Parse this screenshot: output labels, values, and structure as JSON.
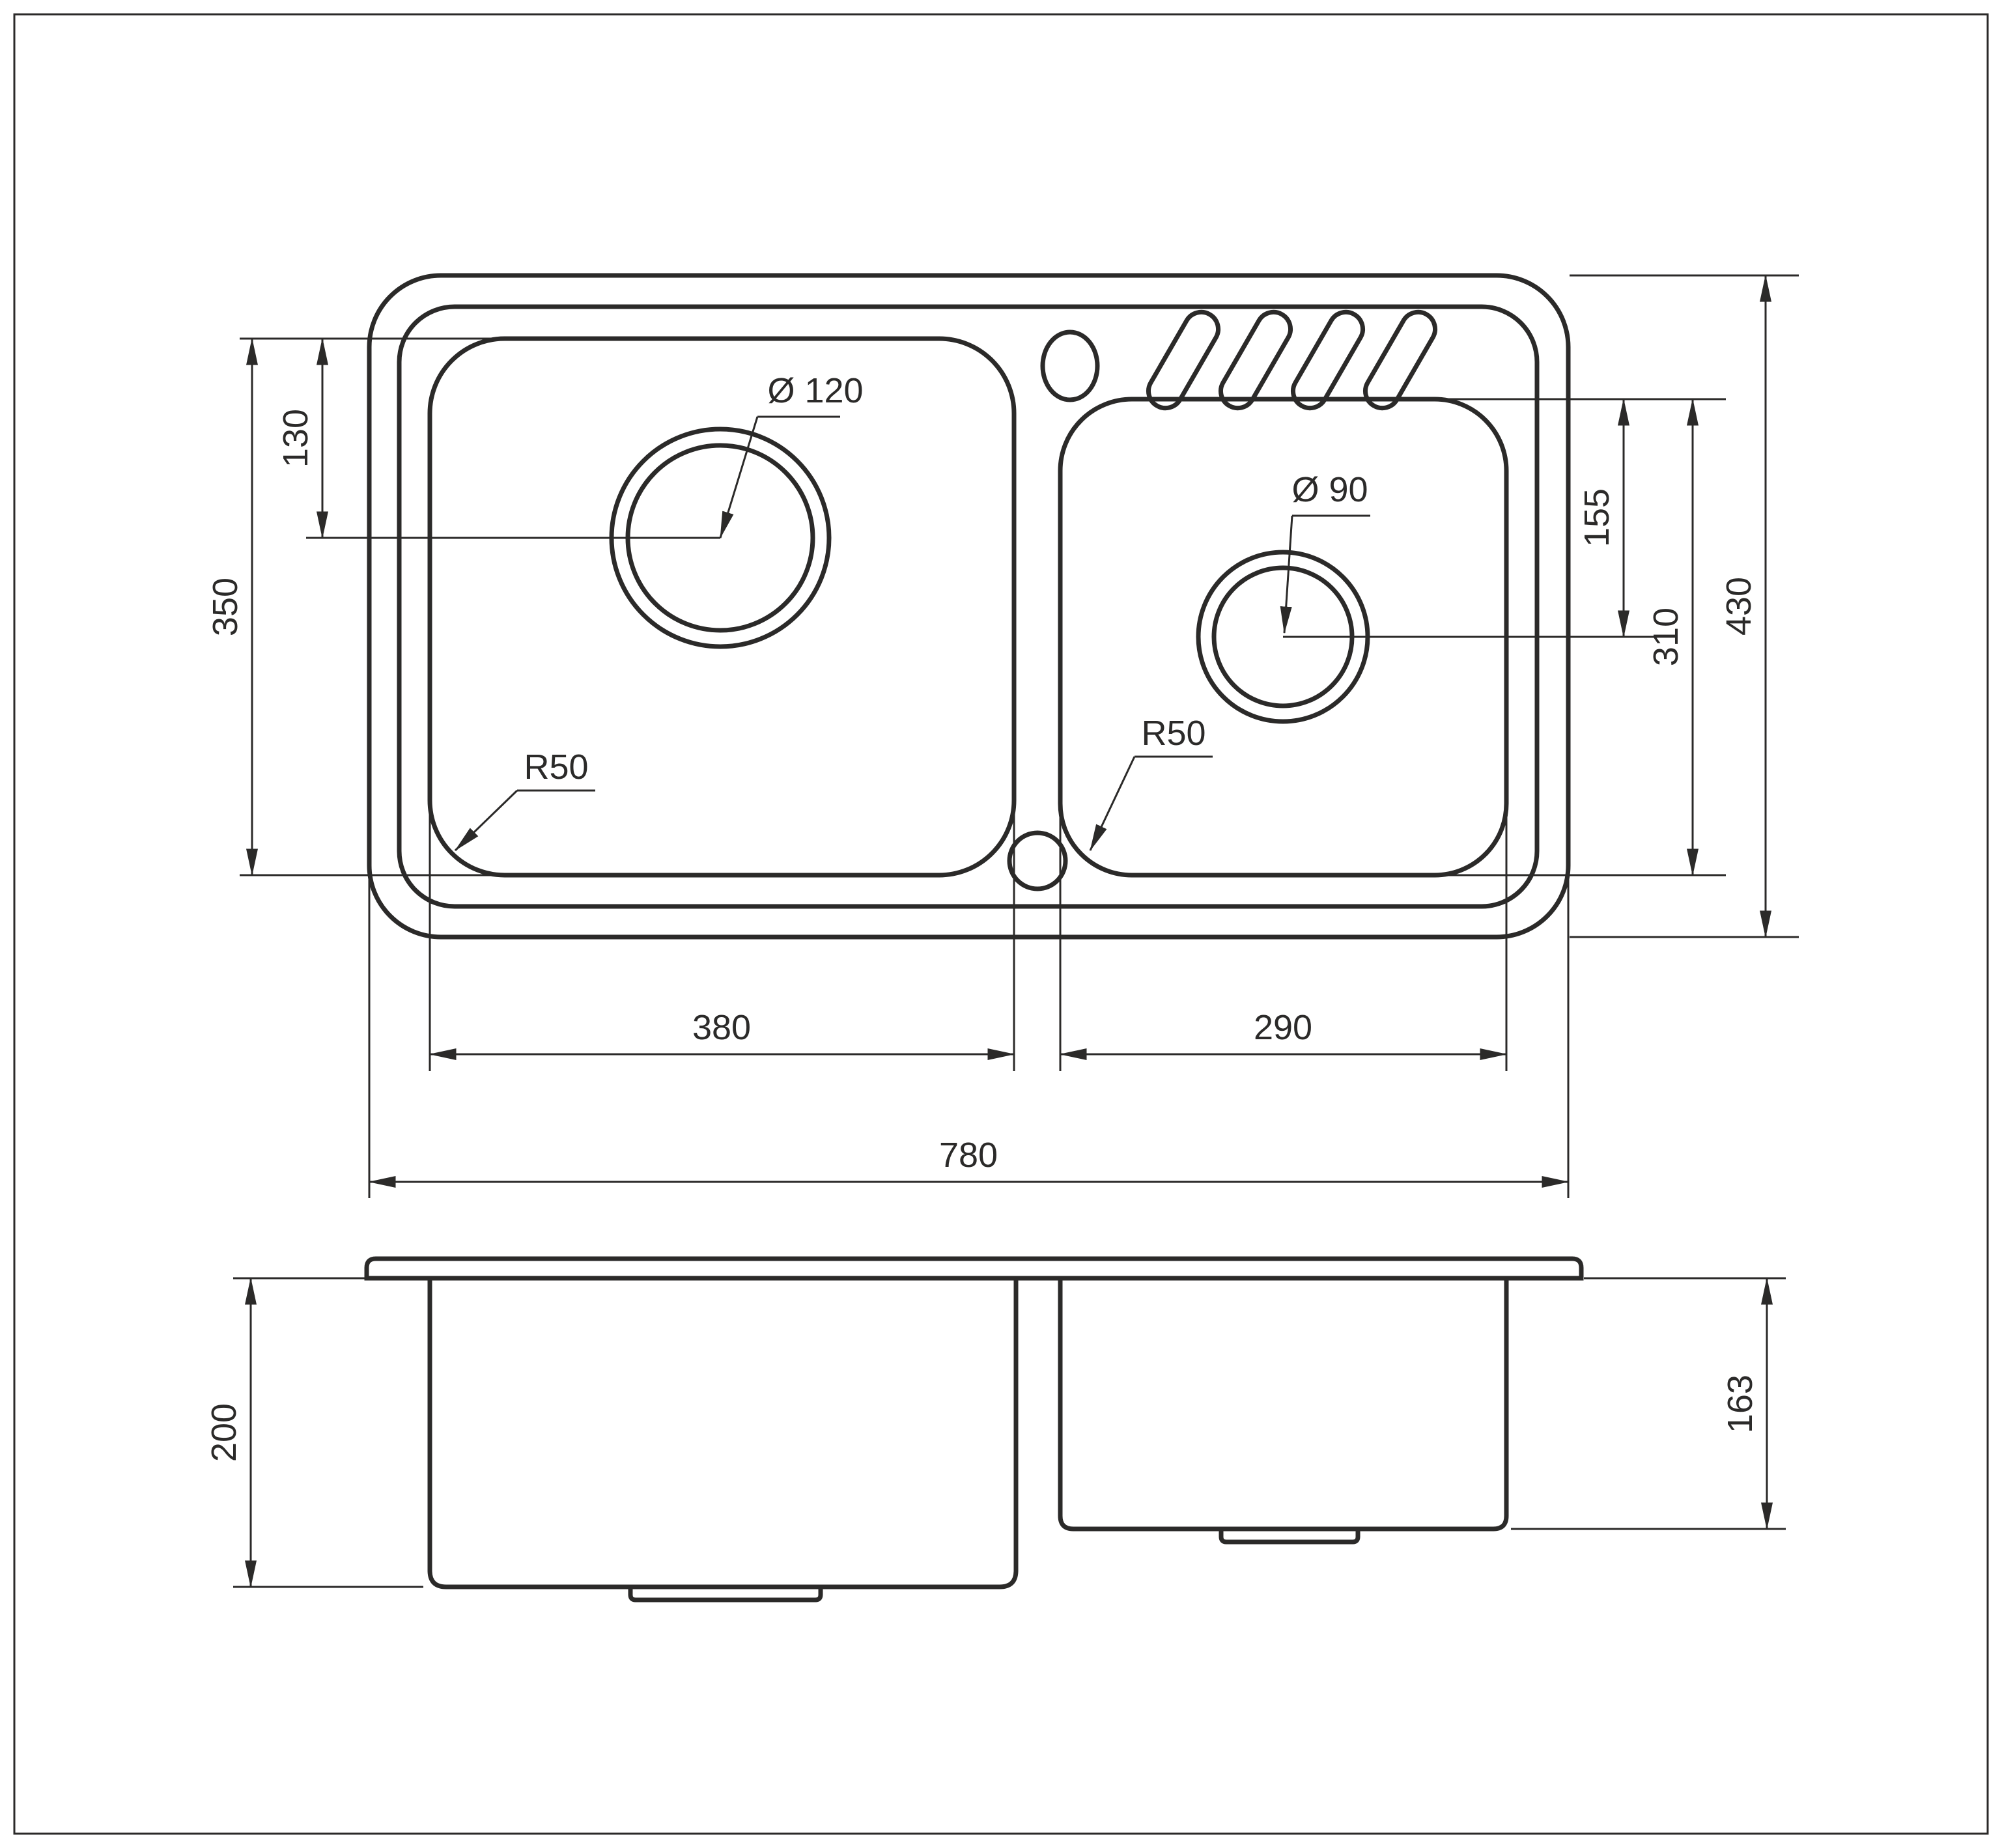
{
  "drawing": {
    "units": "mm",
    "top_view": {
      "overall": {
        "width": "780",
        "height": "430"
      },
      "left_bowl": {
        "width": "380",
        "height": "350",
        "drain_offset_from_top": "130",
        "drain_diameter": "Ø 120",
        "corner_radius": "R50"
      },
      "right_bowl": {
        "width": "290",
        "height": "310",
        "drain_offset_from_top": "155",
        "drain_diameter": "Ø 90",
        "corner_radius": "R50"
      }
    },
    "side_view": {
      "left_bowl_depth": "200",
      "right_bowl_depth": "163"
    }
  }
}
